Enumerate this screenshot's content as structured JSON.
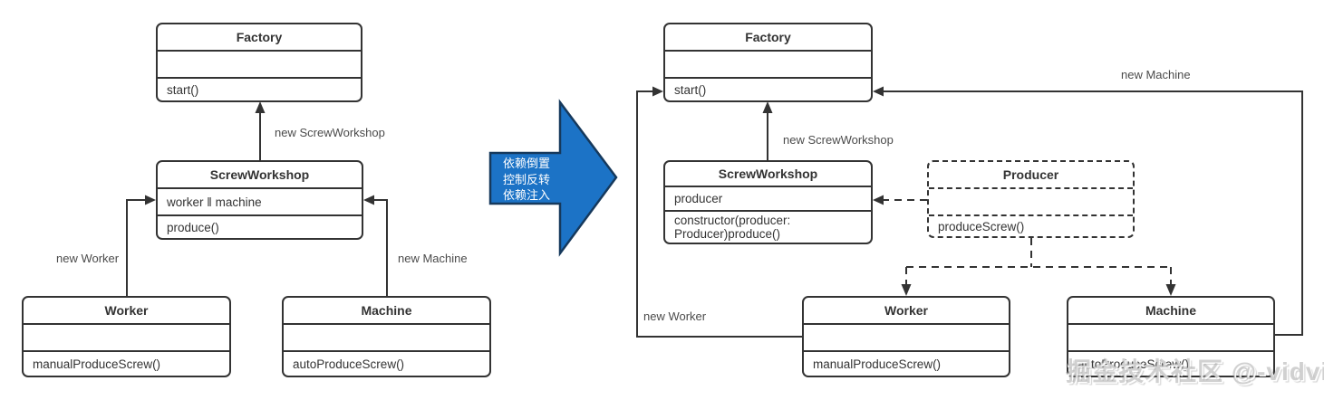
{
  "colors": {
    "line": "#333333",
    "blue_arrow_fill": "#1c73c6",
    "blue_arrow_border": "#16395c"
  },
  "blue_arrow": {
    "lines": [
      "依赖倒置",
      "控制反转",
      "依赖注入"
    ]
  },
  "left": {
    "factory": {
      "title": "Factory",
      "attr": "",
      "method": "start()"
    },
    "screw_workshop": {
      "title": "ScrewWorkshop",
      "attr": "worker ‖ machine",
      "method": "produce()"
    },
    "worker": {
      "title": "Worker",
      "attr": "",
      "method": "manualProduceScrew()"
    },
    "machine": {
      "title": "Machine",
      "attr": "",
      "method": "autoProduceScrew()"
    },
    "edge_labels": {
      "new_screw_workshop": "new ScrewWorkshop",
      "new_worker": "new Worker",
      "new_machine": "new Machine"
    }
  },
  "right": {
    "factory": {
      "title": "Factory",
      "attr": "",
      "method": "start()"
    },
    "screw_workshop": {
      "title": "ScrewWorkshop",
      "attr": "producer",
      "method": "constructor(producer: Producer)produce()"
    },
    "producer": {
      "title": "Producer",
      "attr": "",
      "method": "produceScrew()"
    },
    "worker": {
      "title": "Worker",
      "attr": "",
      "method": "manualProduceScrew()"
    },
    "machine": {
      "title": "Machine",
      "attr": "",
      "method": "autoProduceScrew()"
    },
    "edge_labels": {
      "new_screw_workshop": "new ScrewWorkshop",
      "new_worker": "new Worker",
      "new_machine": "new Machine"
    }
  },
  "watermark": "掘金技术社区 @-vidvid"
}
